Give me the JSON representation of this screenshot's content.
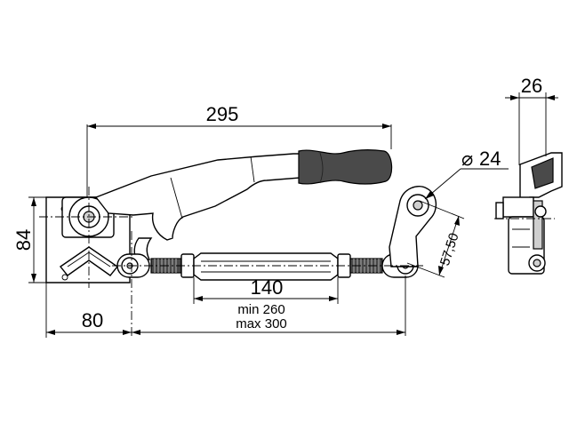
{
  "dimensions": {
    "overall_length": "295",
    "height": "84",
    "base_width": "80",
    "rod_length": "140",
    "adjust_min": "min 260",
    "adjust_max": "max 300",
    "diameter_symbol": "⌀",
    "diameter": "24",
    "offset": "57,50",
    "side_width": "26"
  }
}
